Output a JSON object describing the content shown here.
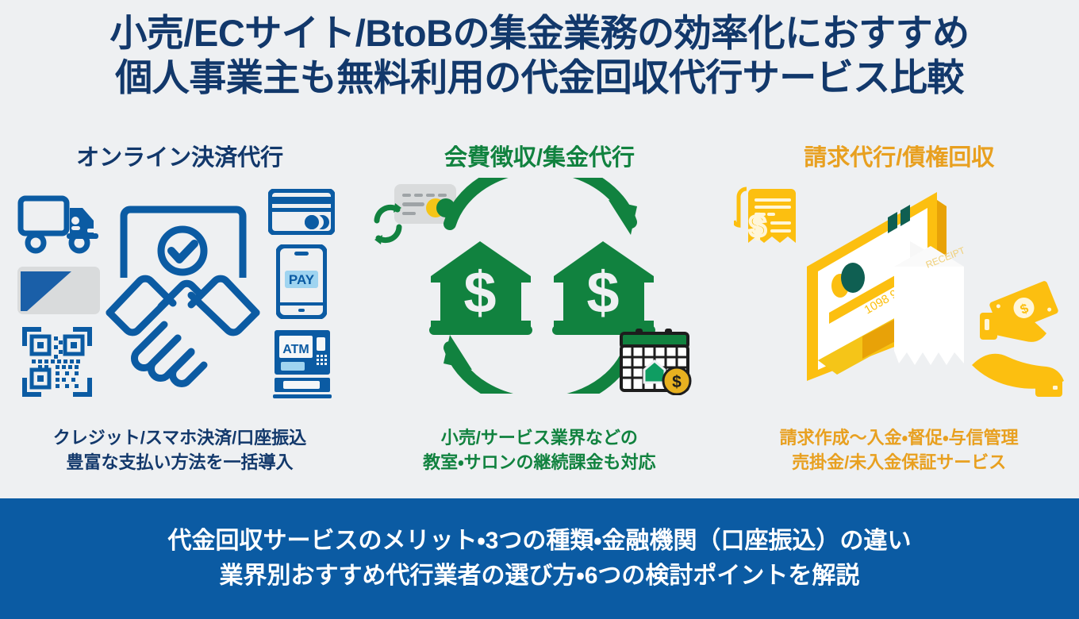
{
  "background_color": "#eef0f2",
  "title": {
    "line1": "小売/ECサイト/BtoBの集金業務の効率化におすすめ",
    "line2": "個人事業主も無料利用の代金回収代行サービス比較",
    "color": "#12386b"
  },
  "columns": [
    {
      "heading": "オンライン決済代行",
      "color": "#12386b",
      "caption_line1": "クレジット/スマホ決済/口座振込",
      "caption_line2": "豊富な支払い方法を一括導入",
      "icons": [
        "delivery-truck-icon",
        "credit-card-flat-icon",
        "qr-code-icon",
        "handshake-deal-icon",
        "check-badge-icon",
        "credit-card-icon",
        "smartphone-pay-icon",
        "atm-machine-icon"
      ],
      "icon_labels": {
        "phone_pay": "PAY",
        "atm": "ATM"
      }
    },
    {
      "heading": "会費徴収/集金代行",
      "color": "#11823f",
      "caption_line1": "小売/サービス業界などの",
      "caption_line2": "教室・サロンの継続課金も対応",
      "icons": [
        "recurring-card-icon",
        "refresh-arrows-icon",
        "bank-building-icon",
        "bank-building-icon",
        "circular-transfer-arrows-icon",
        "calendar-payment-icon"
      ],
      "icon_labels": {
        "bank_symbol": "$",
        "calendar_coin": "$"
      }
    },
    {
      "heading": "請求代行/債権回収",
      "color": "#e8a020",
      "caption_line1": "請求作成〜入金・督促・与信管理",
      "caption_line2": "売掛金/未入金保証サービス",
      "icons": [
        "invoice-receipt-icon",
        "credit-card-terminal-icon",
        "printed-receipt-icon",
        "cash-handover-icon"
      ],
      "icon_labels": {
        "card_number": "1098  9634  3220",
        "receipt_title": "RECEIPT",
        "invoice_symbol": "$",
        "bill_symbol": "$"
      }
    }
  ],
  "banner": {
    "background_color": "#0b5ba3",
    "text_color": "#ffffff",
    "line1": "代金回収サービスのメリット・3つの種類・金融機関（口座振込）の違い",
    "line2": "業界別おすすめ代行業者の選び方・6つの検討ポイントを解説"
  }
}
